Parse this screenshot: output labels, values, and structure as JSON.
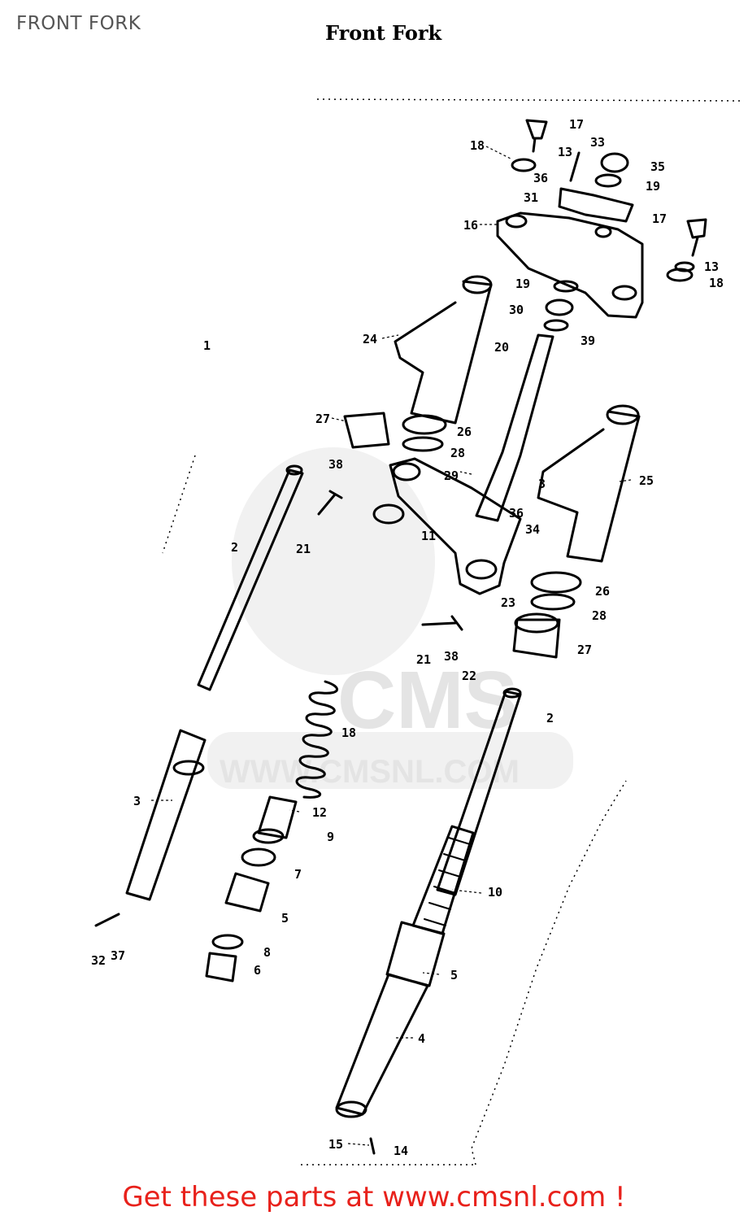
{
  "header": {
    "page_label": "FRONT FORK"
  },
  "diagram": {
    "title": "Front Fork",
    "callouts": {
      "c1": "1",
      "c2_left": "2",
      "c2_right": "2",
      "c3_left": "3",
      "c3_right": "3",
      "c4": "4",
      "c5_left": "5",
      "c5_right": "5",
      "c6": "6",
      "c7": "7",
      "c8": "8",
      "c9": "9",
      "c10": "10",
      "c11": "11",
      "c12": "12",
      "c13_top": "13",
      "c13_right": "13",
      "c14": "14",
      "c15": "15",
      "c16": "16",
      "c17_top": "17",
      "c17_right": "17",
      "c18_top": "18",
      "c18_right": "18",
      "c18_spring": "18",
      "c19_a": "19",
      "c19_b": "19",
      "c20": "20",
      "c21_a": "21",
      "c21_b": "21",
      "c22": "22",
      "c23": "23",
      "c24": "24",
      "c25": "25",
      "c26_a": "26",
      "c26_b": "26",
      "c27_a": "27",
      "c27_b": "27",
      "c28_a": "28",
      "c28_b": "28",
      "c29": "29",
      "c30_top": "30",
      "c31": "31",
      "c32": "32",
      "c33": "33",
      "c34": "34",
      "c35": "35",
      "c36_a": "36",
      "c36_b": "36",
      "c37": "37",
      "c38_a": "38",
      "c38_b": "38",
      "c39": "39"
    },
    "watermark": {
      "brand": "CMS",
      "url": "WWW.CMSNL.COM"
    }
  },
  "footer": {
    "link_text": "Get these parts at www.cmsnl.com !"
  }
}
